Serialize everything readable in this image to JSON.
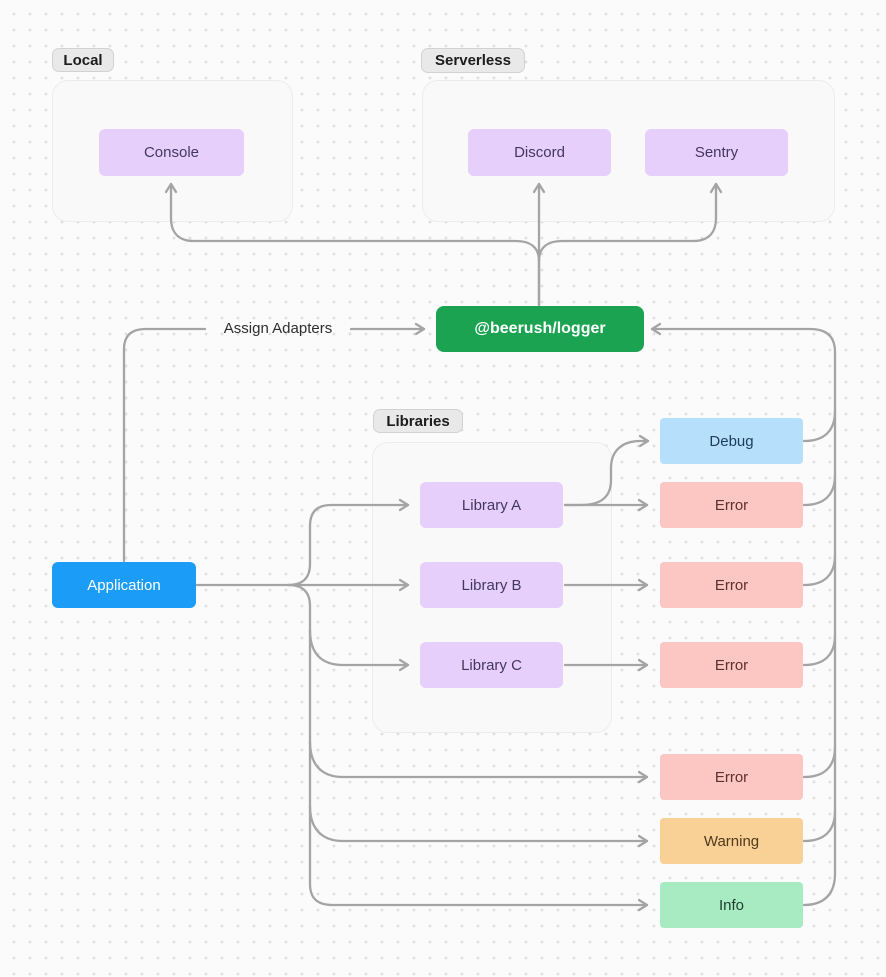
{
  "diagram": {
    "edge_label": "Assign Adapters",
    "groups": {
      "local": {
        "label": "Local"
      },
      "serverless": {
        "label": "Serverless"
      },
      "libraries": {
        "label": "Libraries"
      }
    },
    "nodes": {
      "console": {
        "label": "Console"
      },
      "discord": {
        "label": "Discord"
      },
      "sentry": {
        "label": "Sentry"
      },
      "logger": {
        "label": "@beerush/logger"
      },
      "application": {
        "label": "Application"
      },
      "library_a": {
        "label": "Library A"
      },
      "library_b": {
        "label": "Library B"
      },
      "library_c": {
        "label": "Library C"
      },
      "debug": {
        "label": "Debug"
      },
      "error_1": {
        "label": "Error"
      },
      "error_2": {
        "label": "Error"
      },
      "error_3": {
        "label": "Error"
      },
      "error_4": {
        "label": "Error"
      },
      "warning": {
        "label": "Warning"
      },
      "info": {
        "label": "Info"
      }
    },
    "colors": {
      "canvas_background": "#fbfbfb",
      "grid_dot": "#dedede",
      "group_fill": "#f9f9f9",
      "group_border": "#ececec",
      "badge_fill": "#e9e9e9",
      "node_purple": "#e6cffb",
      "node_blue": "#1b9cf7",
      "node_green": "#1ba351",
      "chip_debug": "#b6dffb",
      "chip_error": "#fcc7c3",
      "chip_warning": "#f9d096",
      "chip_info": "#a8ebc2",
      "edge": "#a4a4a4"
    }
  }
}
